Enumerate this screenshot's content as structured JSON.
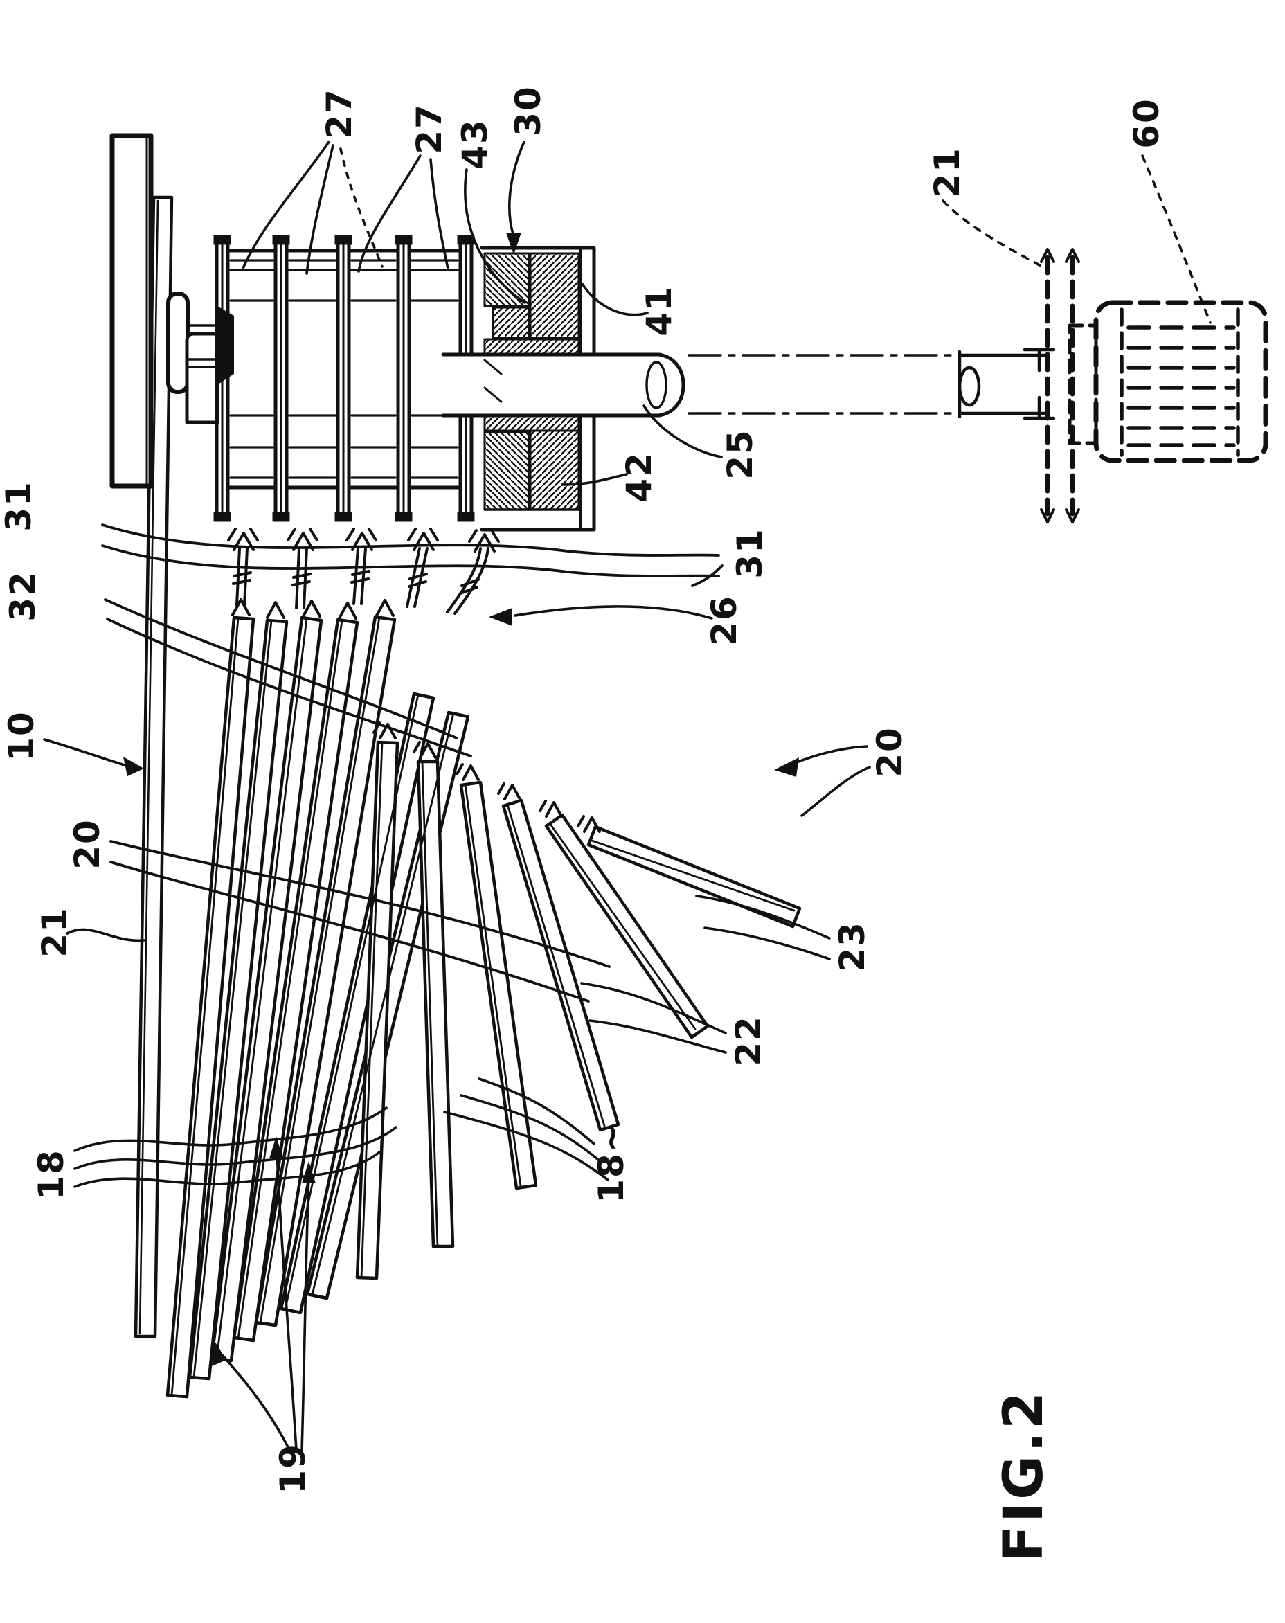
{
  "figure": {
    "caption": "FIG.2",
    "kind": "patent-line-drawing"
  },
  "colors": {
    "ink": "#111111",
    "paper": "#ffffff"
  },
  "labels": {
    "l27a": "27",
    "l27b": "27",
    "l43": "43",
    "l30": "30",
    "l41": "41",
    "l42": "42",
    "l25": "25",
    "l21a": "21",
    "l60": "60",
    "l31a": "31",
    "l32": "32",
    "l31b": "31",
    "l26": "26",
    "l10": "10",
    "l20a": "20",
    "l21b": "21",
    "l18a": "18",
    "l18b": "18~",
    "l22": "22",
    "l23": "23",
    "l20b": "20",
    "l19": "19"
  }
}
